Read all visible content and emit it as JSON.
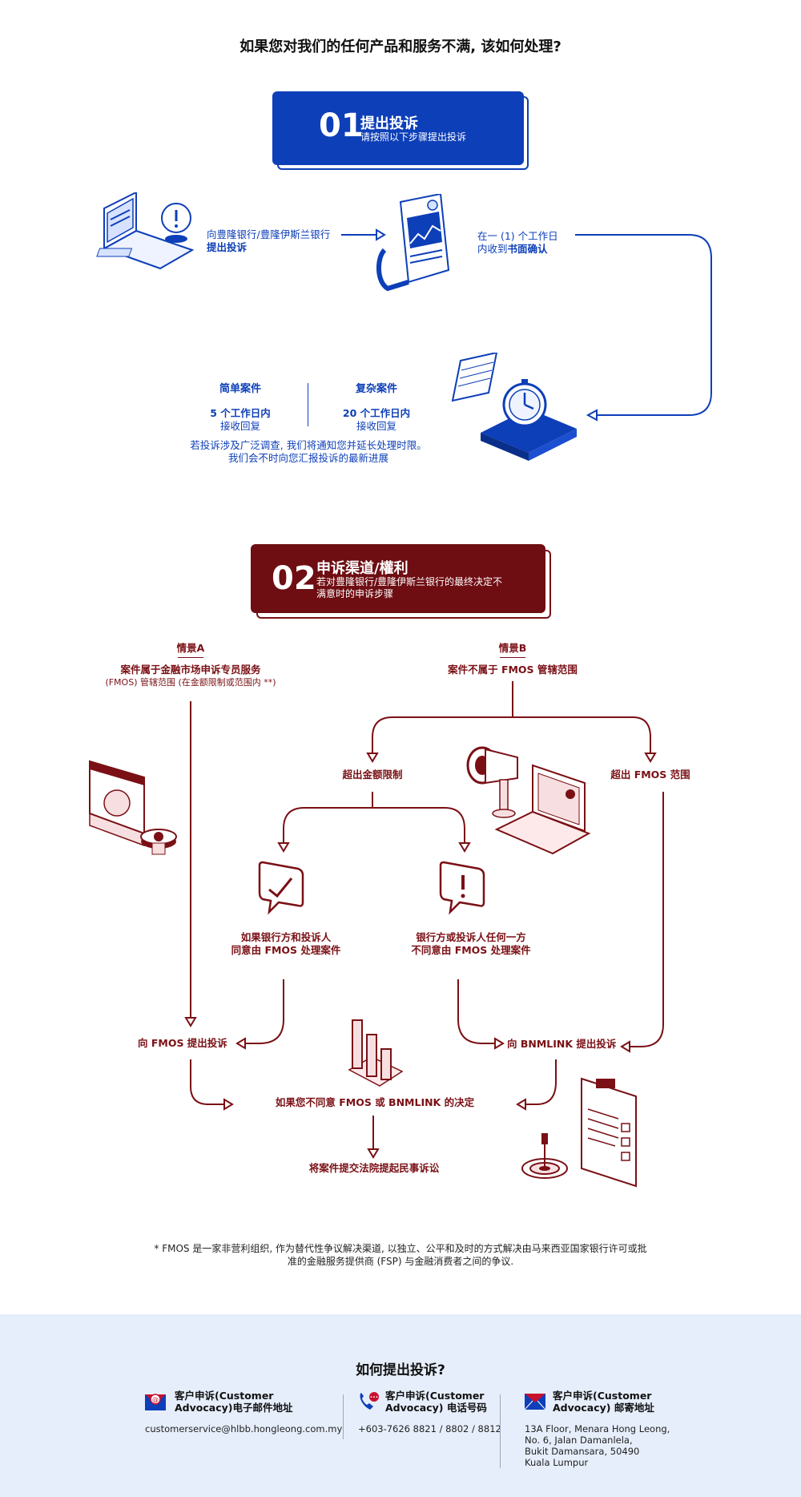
{
  "page_title": "如果您对我们的任何产品和服务不满, 该如何处理?",
  "step1": {
    "number": "01",
    "title": "提出投诉",
    "subtitle": "请按照以下步骤提出投诉",
    "color": "#0d3fb8",
    "submit_line1": "向豊隆银行/豊隆伊斯兰银行",
    "submit_line2": "提出投诉",
    "ack_line1": "在一 (1) 个工作日",
    "ack_line2_prefix": "内收到",
    "ack_line2_bold": "书面确认",
    "simple_title": "简单案件",
    "simple_days": "5 个工作日内",
    "simple_reply": "接收回复",
    "complex_title": "复杂案件",
    "complex_days": "20 个工作日内",
    "complex_reply": "接收回复",
    "extend_line1": "若投诉涉及广泛调查, 我们将通知您并延长处理时限。",
    "extend_line2": "我们会不时向您汇报投诉的最新进展"
  },
  "step2": {
    "number": "02",
    "title": "申诉渠道/權利",
    "subtitle_line1": "若对豊隆银行/豊隆伊斯兰银行的最终决定不",
    "subtitle_line2": "满意时的申诉步骤",
    "color": "#7a1015",
    "scenario_a_title": "情景A",
    "scenario_a_line1": "案件属于金融市场申诉专员服务",
    "scenario_a_line2": "(FMOS) 管辖范围 (在金额限制或范围内 **)",
    "scenario_b_title": "情景B",
    "scenario_b_line1": "案件不属于 FMOS 管辖范围",
    "exceed_limit": "超出金额限制",
    "exceed_scope": "超出 FMOS 范围",
    "agree_line1": "如果银行方和投诉人",
    "agree_line2": "同意由 FMOS 处理案件",
    "disagree_line1": "银行方或投诉人任何一方",
    "disagree_line2": "不同意由 FMOS 处理案件",
    "to_fmos": "向 FMOS 提出投诉",
    "to_bnmlink": "向 BNMLINK 提出投诉",
    "disagree_decision": "如果您不同意 FMOS 或 BNMLINK 的决定",
    "court": "将案件提交法院提起民事诉讼"
  },
  "footnote_line1": "* FMOS 是一家非营利组织, 作为替代性争议解决渠道, 以独立、公平和及时的方式解决由马来西亚国家银行许可或批",
  "footnote_line2": "准的金融服务提供商 (FSP) 与金融消费者之间的争议.",
  "footer": {
    "title": "如何提出投诉?",
    "bg_color": "#e6eefb",
    "email_title_line1": "客户申诉(Customer",
    "email_title_line2": "Advocacy)电子邮件地址",
    "email_value": "customerservice@hlbb.hongleong.com.my",
    "phone_title_line1": "客户申诉(Customer",
    "phone_title_line2": "Advocacy) 电话号码",
    "phone_value": "+603-7626 8821 / 8802 / 8812",
    "mail_title_line1": "客户申诉(Customer",
    "mail_title_line2": "Advocacy) 邮寄地址",
    "mail_line1": "13A Floor, Menara Hong Leong,",
    "mail_line2": "No. 6, Jalan Damanlela,",
    "mail_line3": "Bukit Damansara, 50490",
    "mail_line4": "Kuala Lumpur"
  },
  "icons": {
    "laptop": "laptop-alert-icon",
    "document": "document-chart-icon",
    "calendar": "calendar-stopwatch-icon",
    "browser_gear": "browser-gear-icon",
    "megaphone": "megaphone-laptop-icon",
    "check_bubble": "check-bubble-icon",
    "alert_bubble": "alert-bubble-icon",
    "bar_chart": "bar-chart-icon",
    "clipboard": "clipboard-target-icon",
    "email": "email-icon",
    "phone": "phone-icon",
    "mail": "mail-icon"
  }
}
